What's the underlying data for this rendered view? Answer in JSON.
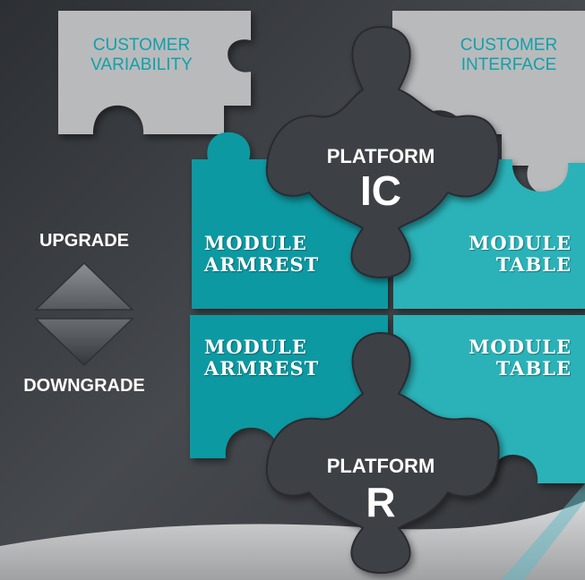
{
  "colors": {
    "background": "#3a3d41",
    "customer_piece": "#b9babc",
    "customer_text": "#11a0aa",
    "module_dark": "#0e99a2",
    "module_light": "#29b2b8",
    "platform_piece": "#3e4145",
    "text_white": "#ffffff"
  },
  "customer_pieces": [
    {
      "line1": "CUSTOMER",
      "line2": "VARIABILITY"
    },
    {
      "line1": "CUSTOMER",
      "line2": "INTERFACE"
    }
  ],
  "modules": [
    {
      "line1": "MODULE",
      "line2": "ARMREST"
    },
    {
      "line1": "MODULE",
      "line2": "TABLE"
    },
    {
      "line1": "MODULE",
      "line2": "ARMREST"
    },
    {
      "line1": "MODULE",
      "line2": "TABLE"
    }
  ],
  "platforms": [
    {
      "title": "PLATFORM",
      "code": "IC"
    },
    {
      "title": "PLATFORM",
      "code": "R"
    }
  ],
  "scale": {
    "upgrade_label": "UPGRADE",
    "downgrade_label": "DOWNGRADE",
    "up_icon": "triangle-up-icon",
    "down_icon": "triangle-down-icon"
  }
}
